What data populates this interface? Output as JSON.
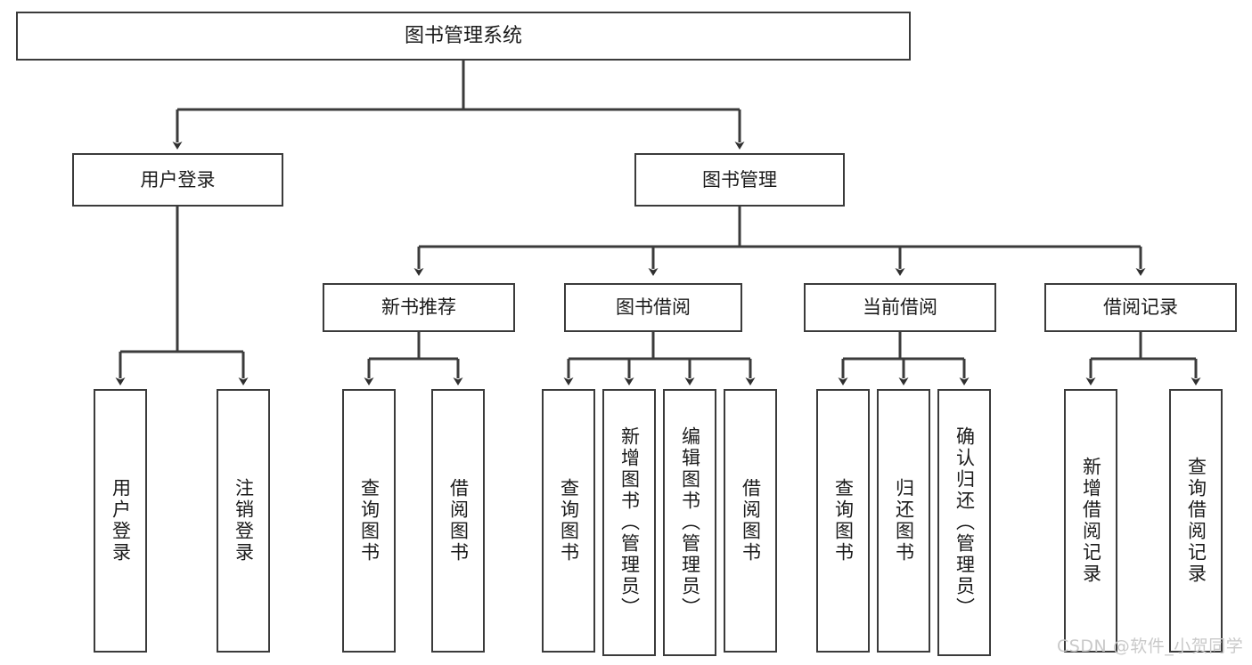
{
  "diagram": {
    "title": "图书管理系统",
    "type": "tree",
    "orientation": "top-down",
    "colors": {
      "background": "#ffffff",
      "node_fill": "#ffffff",
      "node_stroke": "#3b3b3b",
      "edge_stroke": "#3b3b3b",
      "text": "#1b1b1b",
      "watermark": "#c9c9c9"
    },
    "nodes": {
      "root": {
        "label": "图书管理系统"
      },
      "level1": [
        {
          "label": "用户登录"
        },
        {
          "label": "图书管理"
        }
      ],
      "level2": [
        {
          "label": "新书推荐"
        },
        {
          "label": "图书借阅"
        },
        {
          "label": "当前借阅"
        },
        {
          "label": "借阅记录"
        }
      ],
      "leaves": {
        "user_login": [
          {
            "label": "用户登录"
          },
          {
            "label": "注销登录"
          }
        ],
        "new_book_recommend": [
          {
            "label": "查询图书"
          },
          {
            "label": "借阅图书"
          }
        ],
        "book_borrow": [
          {
            "label": "查询图书"
          },
          {
            "label": "新增图书（管理员）"
          },
          {
            "label": "编辑图书（管理员）"
          },
          {
            "label": "借阅图书"
          }
        ],
        "current_borrow": [
          {
            "label": "查询图书"
          },
          {
            "label": "归还图书"
          },
          {
            "label": "确认归还（管理员）"
          }
        ],
        "borrow_record": [
          {
            "label": "新增借阅记录"
          },
          {
            "label": "查询借阅记录"
          }
        ]
      }
    },
    "watermark": "CSDN @软件_小贺同学"
  }
}
